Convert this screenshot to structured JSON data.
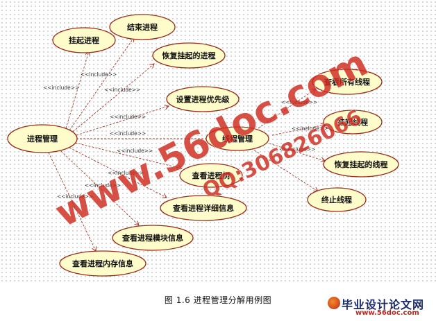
{
  "diagram": {
    "nodes": {
      "process_mgmt": "进程管理",
      "suspend": "挂起进程",
      "end": "结束进程",
      "resume_suspended": "恢复挂起的进程",
      "set_priority": "设置进程优先级",
      "thread_mgmt": "线程管理",
      "view_tree": "查看进程树",
      "view_details": "查看进程详细信息",
      "view_modules": "查看进程模块信息",
      "view_memory": "查看进程内存信息",
      "view_all_threads": "查看所有线程",
      "suspend_thread": "挂起线程",
      "resume_thread": "恢复挂起的线程",
      "terminate_thread": "终止线程"
    },
    "include_label": "<<include>>"
  },
  "watermark": {
    "site": "www.56doc.com",
    "qq": "QQ:306826066"
  },
  "caption": "图 1.6 进程管理分解用例图",
  "logo": {
    "title": "毕业设计论文网",
    "url": "www.56doc.com"
  },
  "colors": {
    "usecase_fill": "#fffccb",
    "usecase_stroke": "#9a2a18",
    "watermark": "#cf2a1e"
  }
}
